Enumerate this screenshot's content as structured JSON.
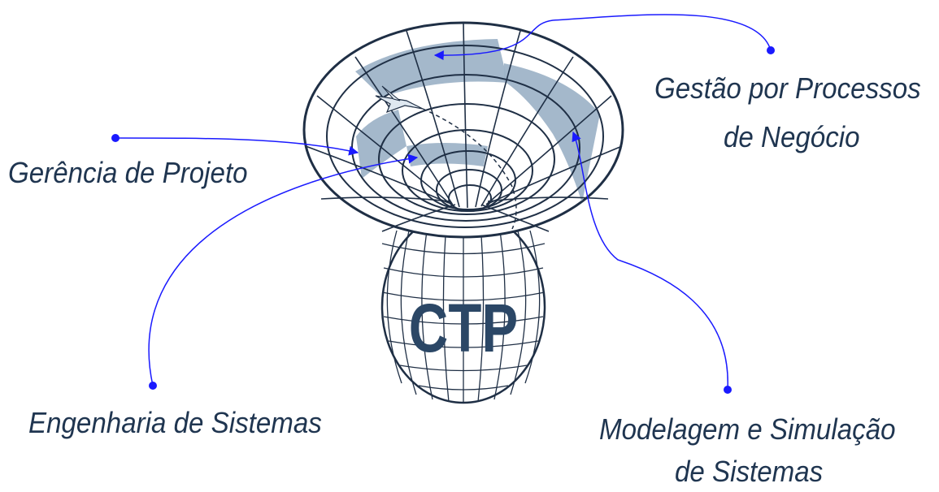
{
  "center_label": "CTP",
  "labels": {
    "gestao": {
      "line1": "Gestão por Processos",
      "line2": "de Negócio"
    },
    "gerencia": {
      "line1": "Gerência de Projeto"
    },
    "engenharia": {
      "line1": "Engenharia de Sistemas"
    },
    "modelagem": {
      "line1": "Modelagem e Simulação",
      "line2": "de Sistemas"
    }
  },
  "colors": {
    "label_text": "#1f3550",
    "connector": "#1a1aff",
    "funnel_line": "#1f2f45",
    "band_fill": "#9fb4c8",
    "ctp_text": "#2b4766"
  }
}
